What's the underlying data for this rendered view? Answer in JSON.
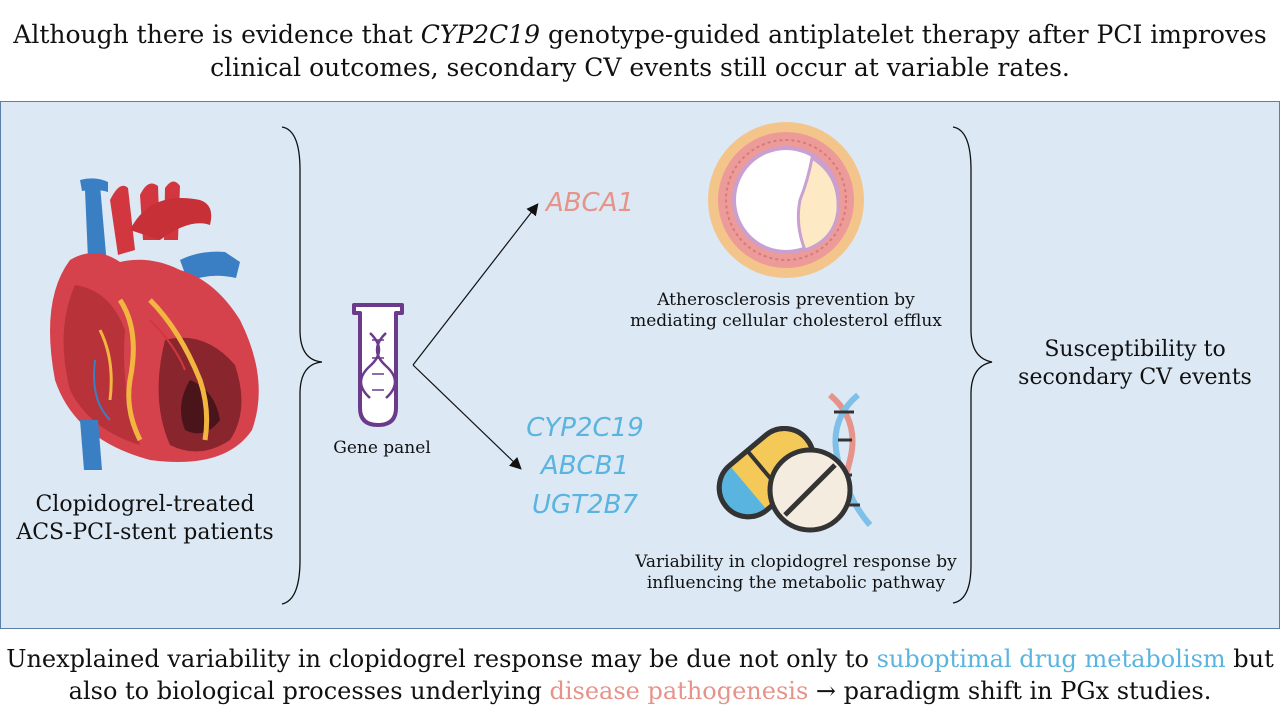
{
  "header": {
    "part1": "Although there is evidence that ",
    "gene": "CYP2C19",
    "part2": " genotype-guided antiplatelet therapy after PCI improves",
    "line2": "clinical outcomes, secondary CV events still occur at variable rates."
  },
  "patients_label": {
    "line1": "Clopidogrel-treated",
    "line2": "ACS-PCI-stent patients"
  },
  "gene_panel_label": "Gene panel",
  "genes_top": [
    "ABCA1"
  ],
  "genes_bottom": [
    "CYP2C19",
    "ABCB1",
    "UGT2B7"
  ],
  "effect_top": {
    "line1": "Atherosclerosis prevention by",
    "line2": "mediating cellular cholesterol efflux"
  },
  "effect_bottom": {
    "line1": "Variability in clopidogrel response by",
    "line2": "influencing the metabolic pathway"
  },
  "outcome": {
    "line1": "Susceptibility to",
    "line2": "secondary CV events"
  },
  "footer": {
    "part1": "Unexplained variability in clopidogrel response may be due not only to ",
    "highlight1": "suboptimal drug metabolism",
    "part2": " but",
    "part3": "also to biological processes underlying ",
    "highlight2": "disease pathogenesis",
    "arrow": " → ",
    "part4": "paradigm shift in PGx studies."
  },
  "colors": {
    "blue": "#5ab4e0",
    "pink": "#e6938a",
    "panel": "#dce8f4"
  },
  "icons": [
    "heart-illustration",
    "test-tube-dna-icon",
    "artery-cross-section-icon",
    "pills-dna-icon"
  ]
}
